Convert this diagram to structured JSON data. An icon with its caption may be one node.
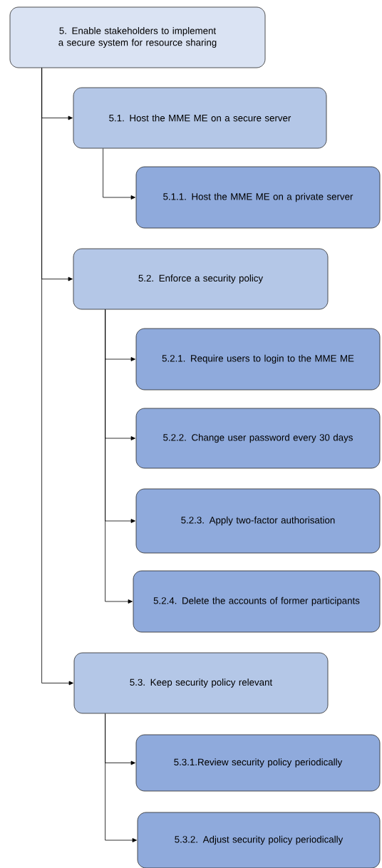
{
  "diagram": {
    "nodes": [
      {
        "text": [
          "5. Enable stakeholders to implement a secure system for resource sharing"
        ]
      },
      {
        "text": [
          "5.1. Host the MME ME on a secure server"
        ]
      },
      {
        "text": [
          "5.1.1. Host the MME ME on a private server"
        ]
      },
      {
        "text": [
          "5.2. Enforce a security policy"
        ]
      },
      {
        "text": [
          "5.2.1. Require users to login to the MME ME"
        ]
      },
      {
        "text": [
          "5.2.2. Change user password every 30 days"
        ]
      },
      {
        "text": [
          "5.2.3. Apply two-factor authorisation"
        ]
      },
      {
        "text": [
          "5.2.4. Delete the accounts of former participants"
        ]
      },
      {
        "text": [
          "5.3. Keep security policy relevant"
        ]
      },
      {
        "text": [
          "5.3.1.Review security policy periodically"
        ]
      },
      {
        "text": [
          "5.3.2. Adjust security policy periodically"
        ]
      }
    ],
    "edges": [
      {
        "from": 0,
        "to": 1,
        "arrow": "to"
      },
      {
        "from": 1,
        "to": 2,
        "arrow": "to"
      },
      {
        "from": 0,
        "to": 3,
        "arrow": "to"
      },
      {
        "from": 3,
        "to": 4,
        "arrow": "to"
      },
      {
        "from": 3,
        "to": 5,
        "arrow": "to"
      },
      {
        "from": 3,
        "to": 6,
        "arrow": "to"
      },
      {
        "from": 3,
        "to": 7,
        "arrow": "to"
      },
      {
        "from": 0,
        "to": 8,
        "arrow": "to"
      },
      {
        "from": 8,
        "to": 9,
        "arrow": "to"
      },
      {
        "from": 8,
        "to": 10,
        "arrow": "to"
      }
    ]
  }
}
